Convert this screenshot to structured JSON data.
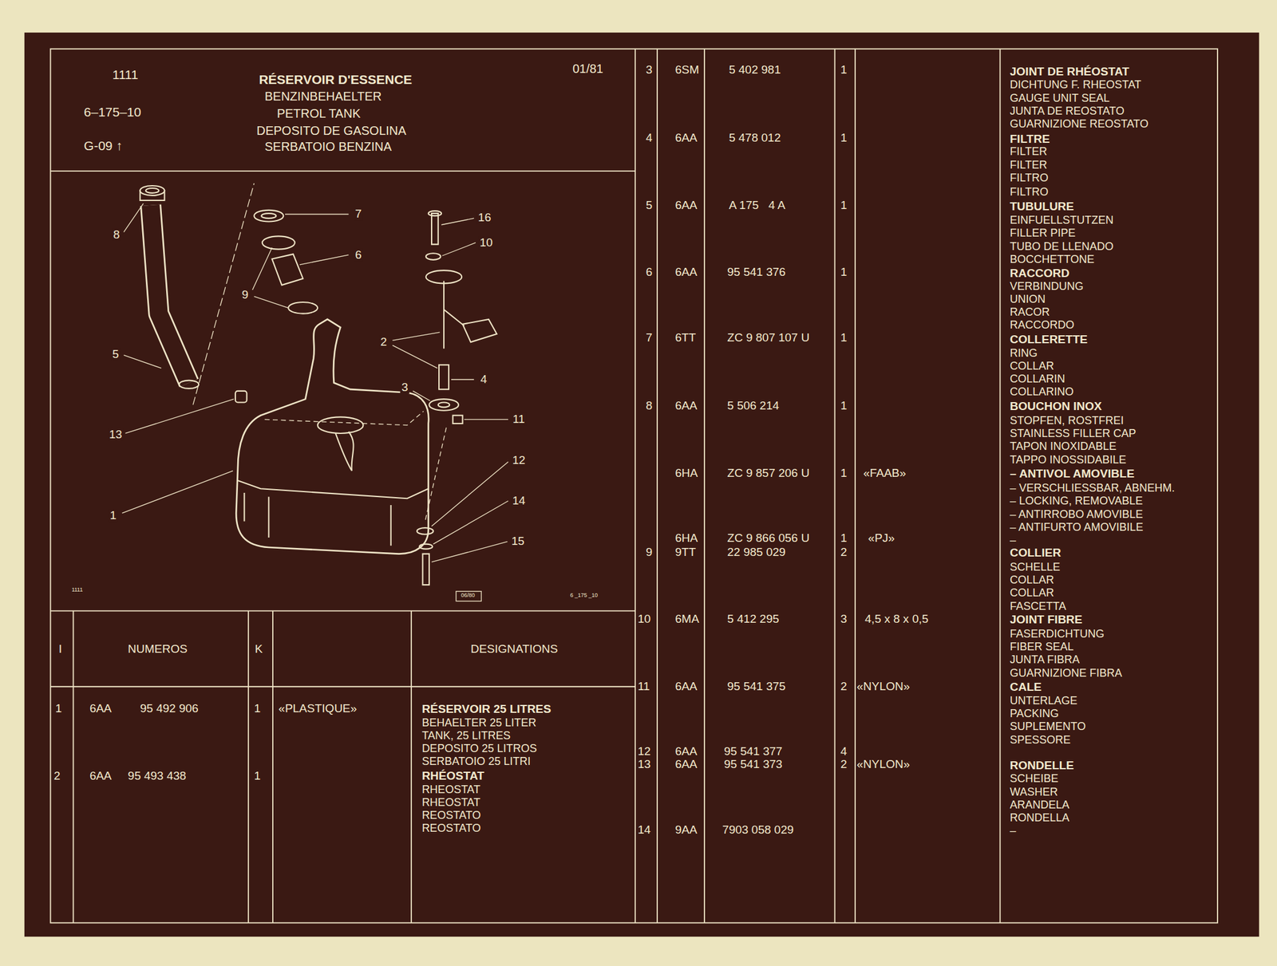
{
  "diagram": {
    "title": "RÉSERVOIR D'ESSENCE",
    "labels": [
      "1111",
      "6–175–10",
      "G-09 ↑",
      "BENZINBEHAELTER",
      "PETROL TANK",
      "DEPOSITO DE GASOLINA",
      "SERBATOIO BENZINA",
      "01/81",
      "8",
      "5",
      "13",
      "1",
      "7",
      "6",
      "9",
      "16",
      "10",
      "2",
      "3",
      "4",
      "11",
      "12",
      "14",
      "15",
      "1111",
      "06/80",
      "6 _175 _10",
      "I",
      "NUMEROS",
      "K",
      "DESIGNATIONS",
      "1",
      "6AA",
      "95 492 906",
      "1",
      "«PLASTIQUE»",
      "RÉSERVOIR 25 LITRES",
      "BEHAELTER 25 LITER",
      "TANK, 25 LITRES",
      "DEPOSITO 25 LITROS",
      "SERBATOIO 25 LITRI",
      "2",
      "6AA",
      "95 493 438",
      "1",
      "RHÉOSTAT",
      "RHEOSTAT",
      "RHEOSTAT",
      "REOSTATO",
      "REOSTATO",
      "3",
      "6SM",
      "5 402 981",
      "1",
      "JOINT DE RHÉOSTAT",
      "DICHTUNG F. RHEOSTAT",
      "GAUGE UNIT SEAL",
      "JUNTA DE REOSTATO",
      "GUARNIZIONE REOSTATO",
      "4",
      "6AA",
      "5 478 012",
      "1",
      "FILTRE",
      "FILTER",
      "FILTER",
      "FILTRO",
      "FILTRO",
      "5",
      "6AA",
      "A 175   4 A",
      "1",
      "TUBULURE",
      "EINFUELLSTUTZEN",
      "FILLER PIPE",
      "TUBO DE LLENADO",
      "BOCCHETTONE",
      "6",
      "6AA",
      "95 541 376",
      "1",
      "RACCORD",
      "VERBINDUNG",
      "UNION",
      "RACOR",
      "RACCORDO",
      "7",
      "6TT",
      "ZC 9 807 107 U",
      "1",
      "COLLERETTE",
      "RING",
      "COLLAR",
      "COLLARIN",
      "COLLARINO",
      "8",
      "6AA",
      "5 506 214",
      "1",
      "BOUCHON INOX",
      "STOPFEN, ROSTFREI",
      "STAINLESS FILLER CAP",
      "TAPON INOXIDABLE",
      "TAPPO INOSSIDABILE",
      "6HA",
      "ZC 9 857 206 U",
      "1",
      "«FAAB»",
      "– ANTIVOL AMOVIBLE",
      "– VERSCHLIESSBAR, ABNEHM.",
      "– LOCKING, REMOVABLE",
      "– ANTIRROBO AMOVIBLE",
      "– ANTIFURTO AMOVIBILE",
      "–",
      "6HA",
      "ZC 9 866 056 U",
      "1",
      "«PJ»",
      "9",
      "9TT",
      "22 985 029",
      "2",
      "COLLIER",
      "SCHELLE",
      "COLLAR",
      "COLLAR",
      "FASCETTA",
      "10",
      "6MA",
      "5 412 295",
      "3",
      "4,5 x 8 x 0,5",
      "JOINT FIBRE",
      "FASERDICHTUNG",
      "FIBER SEAL",
      "JUNTA FIBRA",
      "GUARNIZIONE FIBRA",
      "11",
      "6AA",
      "95 541 375",
      "2",
      "«NYLON»",
      "CALE",
      "UNTERLAGE",
      "PACKING",
      "SUPLEMENTO",
      "SPESSORE",
      "12",
      "6AA",
      "95 541 377",
      "4",
      "13",
      "6AA",
      "95 541 373",
      "2",
      "«NYLON»",
      "RONDELLE",
      "SCHEIBE",
      "WASHER",
      "ARANDELA",
      "RONDELLA",
      "–",
      "14",
      "9AA",
      "7903 058 029"
    ]
  }
}
